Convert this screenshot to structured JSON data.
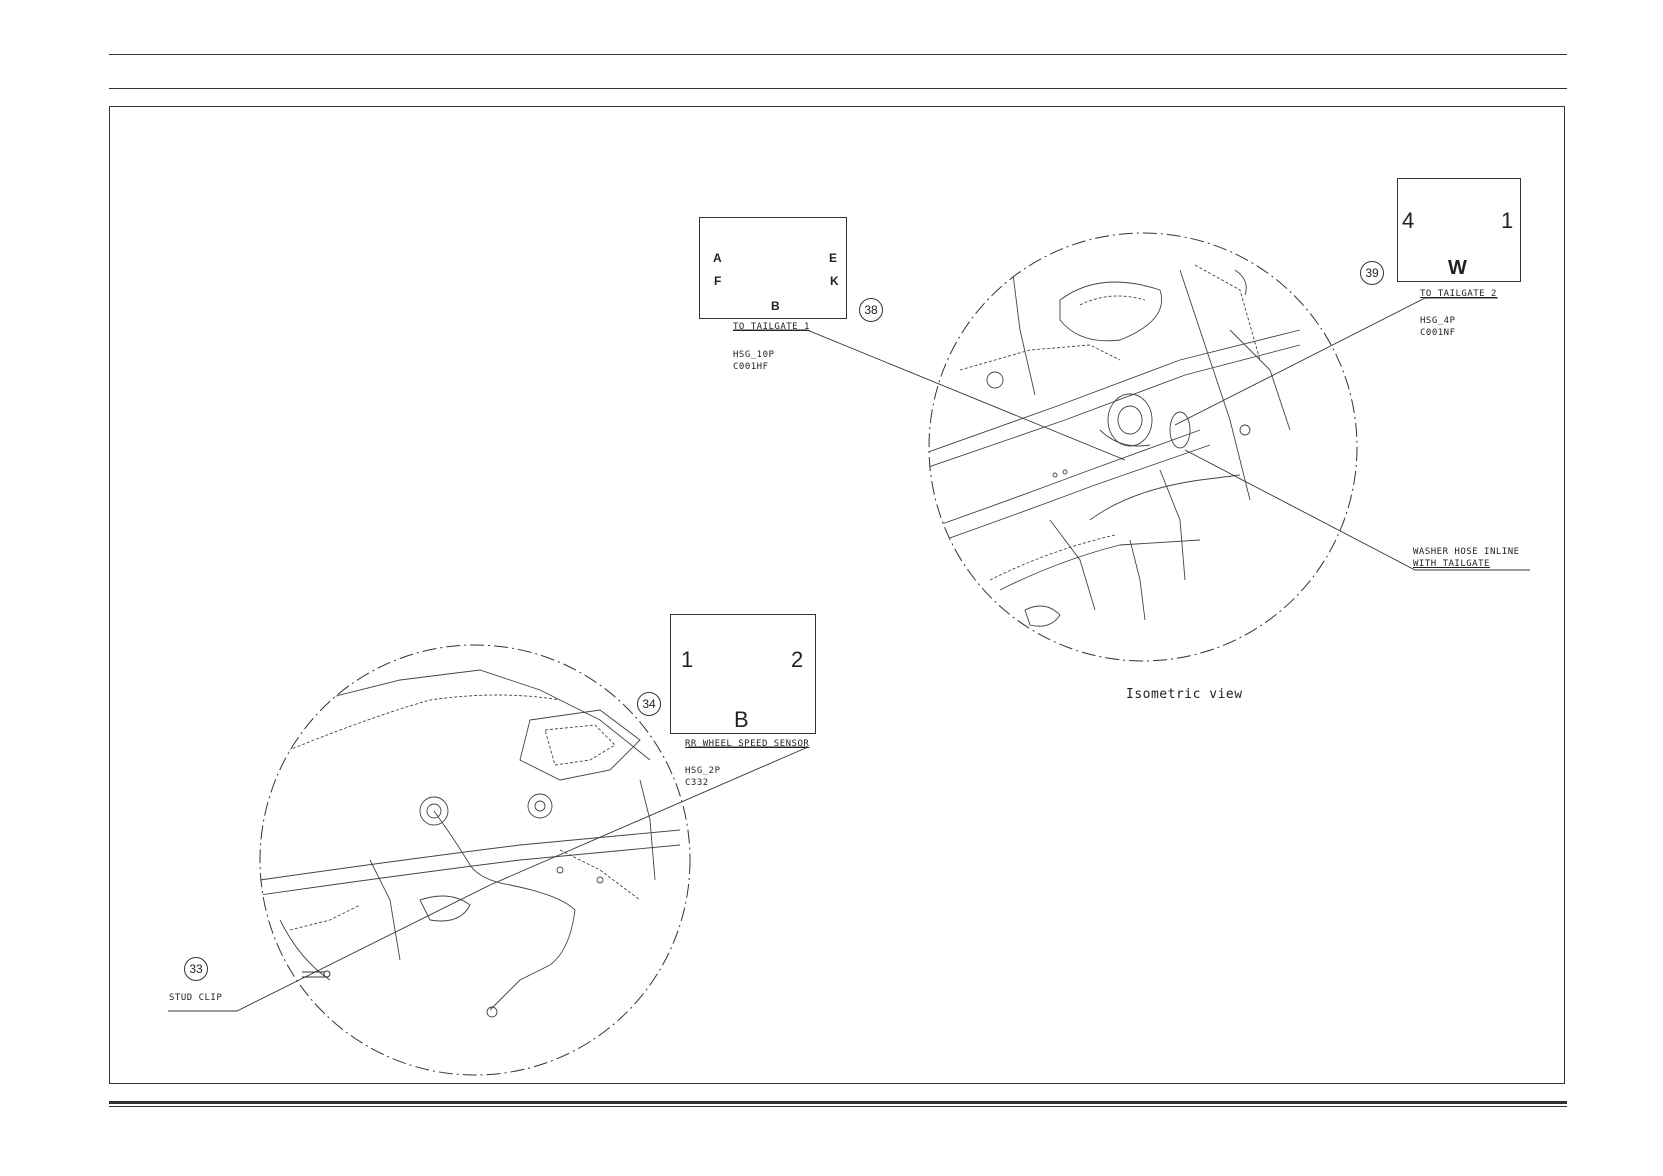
{
  "views": {
    "isometric_label": "Isometric view"
  },
  "callouts": [
    {
      "id": "c33",
      "number": "33",
      "title": "STUD CLIP"
    },
    {
      "id": "c34",
      "number": "34",
      "title": "RR WHEEL SPEED SENSOR",
      "housing": "HSG_2P",
      "code": "C332",
      "pins": {
        "left": "1",
        "right": "2",
        "bottom": "B"
      }
    },
    {
      "id": "c38",
      "number": "38",
      "title": "TO TAILGATE 1",
      "housing": "HSG_10P",
      "code": "C001HF",
      "pins": {
        "top_left": "A",
        "bottom_left": "F",
        "top_right": "E",
        "bottom_right": "K",
        "bottom": "B"
      }
    },
    {
      "id": "c39",
      "number": "39",
      "title": "TO TAILGATE 2",
      "housing": "HSG_4P",
      "code": "C001NF",
      "pins": {
        "left": "4",
        "right": "1",
        "bottom": "W"
      }
    }
  ],
  "notes": {
    "washer_line1": "WASHER HOSE INLINE",
    "washer_line2": "WITH TAILGATE"
  },
  "colors": {
    "ink": "#222222",
    "line": "#333333",
    "paper": "#ffffff"
  }
}
